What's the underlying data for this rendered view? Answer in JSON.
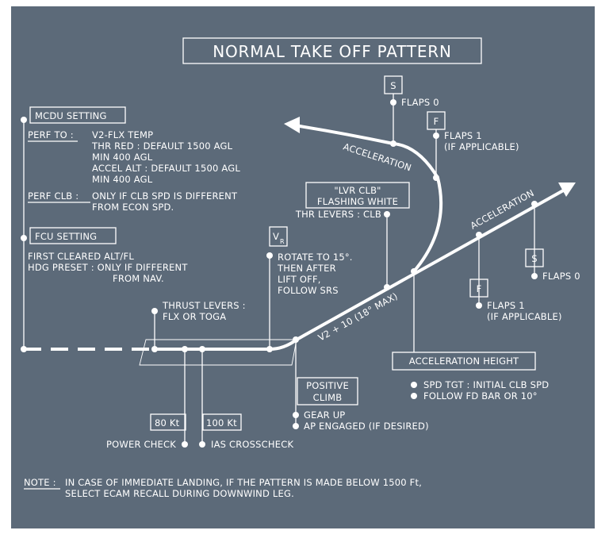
{
  "title": "NORMAL TAKE OFF PATTERN",
  "mcdu": {
    "header": "MCDU SETTING",
    "perf_to_label": "PERF TO :",
    "perf_to_lines": [
      "V2-FLX TEMP",
      "THR RED : DEFAULT 1500 AGL",
      "MIN 400 AGL",
      "ACCEL ALT : DEFAULT 1500 AGL",
      "MIN 400 AGL"
    ],
    "perf_clb_label": "PERF CLB :",
    "perf_clb_lines": [
      "ONLY IF CLB SPD IS DIFFERENT",
      "FROM ECON SPD."
    ]
  },
  "fcu": {
    "header": "FCU SETTING",
    "lines": [
      "FIRST CLEARED ALT/FL",
      "HDG PRESET : ONLY IF DIFFERENT",
      "FROM NAV."
    ]
  },
  "thrust": [
    "THRUST LEVERS :",
    "FLX OR TOGA"
  ],
  "vr": {
    "label": "V",
    "sub": "R",
    "lines": [
      "ROTATE TO 15°.",
      "THEN AFTER",
      "LIFT OFF,",
      "FOLLOW SRS"
    ]
  },
  "speeds": {
    "k80": "80 Kt",
    "k100": "100 Kt",
    "power_check": "POWER CHECK",
    "ias_crosscheck": "IAS CROSSCHECK"
  },
  "positive_climb": {
    "lines": [
      "POSITIVE",
      "CLIMB"
    ],
    "items": [
      "GEAR UP",
      "AP ENGAGED (IF DESIRED)"
    ]
  },
  "v2": "V2 + 10 (18° MAX)",
  "lvr_clb": [
    "\"LVR CLB\"",
    "FLASHING WHITE"
  ],
  "thr_levers": "THR LEVERS : CLB",
  "acceleration": "ACCELERATION",
  "s_marker": "S",
  "f_marker": "F",
  "flaps0": "FLAPS 0",
  "flaps1": [
    "FLAPS 1",
    "(IF APPLICABLE)"
  ],
  "accel_height": {
    "header": "ACCELERATION HEIGHT",
    "items": [
      "SPD TGT : INITIAL CLB SPD",
      "FOLLOW FD BAR OR 10°"
    ]
  },
  "note": {
    "label": "NOTE :",
    "lines": [
      "IN CASE OF IMMEDIATE LANDING, IF THE PATTERN IS MADE BELOW 1500 Ft,",
      "SELECT ECAM RECALL DURING DOWNWIND LEG."
    ]
  },
  "colors": {
    "background": "#5c6a79",
    "ink": "#ffffff"
  }
}
